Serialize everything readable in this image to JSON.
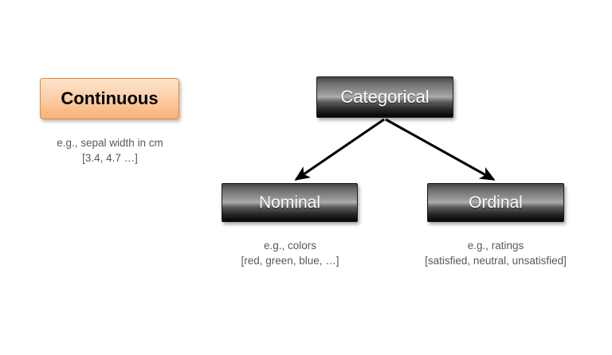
{
  "diagram": {
    "type": "tree",
    "background_color": "#ffffff",
    "nodes": [
      {
        "id": "continuous",
        "label": "Continuous",
        "style": "orange",
        "fill_top": "#fde3ca",
        "fill_bottom": "#f8b177",
        "border_color": "#e2893d",
        "text_color": "#000000"
      },
      {
        "id": "categorical",
        "label": "Categorical",
        "style": "dark",
        "fill_top": "#454545",
        "fill_mid": "#aeaeae",
        "fill_bottom": "#070707",
        "border_color": "#1b1b1b",
        "text_color": "#ffffff"
      },
      {
        "id": "nominal",
        "label": "Nominal",
        "style": "dark",
        "fill_top": "#454545",
        "fill_mid": "#aeaeae",
        "fill_bottom": "#070707",
        "border_color": "#1b1b1b",
        "text_color": "#ffffff"
      },
      {
        "id": "ordinal",
        "label": "Ordinal",
        "style": "dark",
        "fill_top": "#454545",
        "fill_mid": "#aeaeae",
        "fill_bottom": "#070707",
        "border_color": "#1b1b1b",
        "text_color": "#ffffff"
      }
    ],
    "edges": [
      {
        "id": "categorical-to-nominal",
        "from": "categorical",
        "to": "nominal",
        "arrow": "single",
        "color": "#000000"
      },
      {
        "id": "categorical-to-ordinal",
        "from": "categorical",
        "to": "ordinal",
        "arrow": "single",
        "color": "#000000"
      }
    ],
    "captions": {
      "continuous": {
        "line1": "e.g., sepal width in cm",
        "line2": "[3.4, 4.7 …]"
      },
      "nominal": {
        "line1": "e.g., colors",
        "line2": "[red, green, blue, …]"
      },
      "ordinal": {
        "line1": "e.g., ratings",
        "line2": "[satisfied, neutral, unsatisfied]"
      }
    },
    "caption_color": "#595959"
  }
}
